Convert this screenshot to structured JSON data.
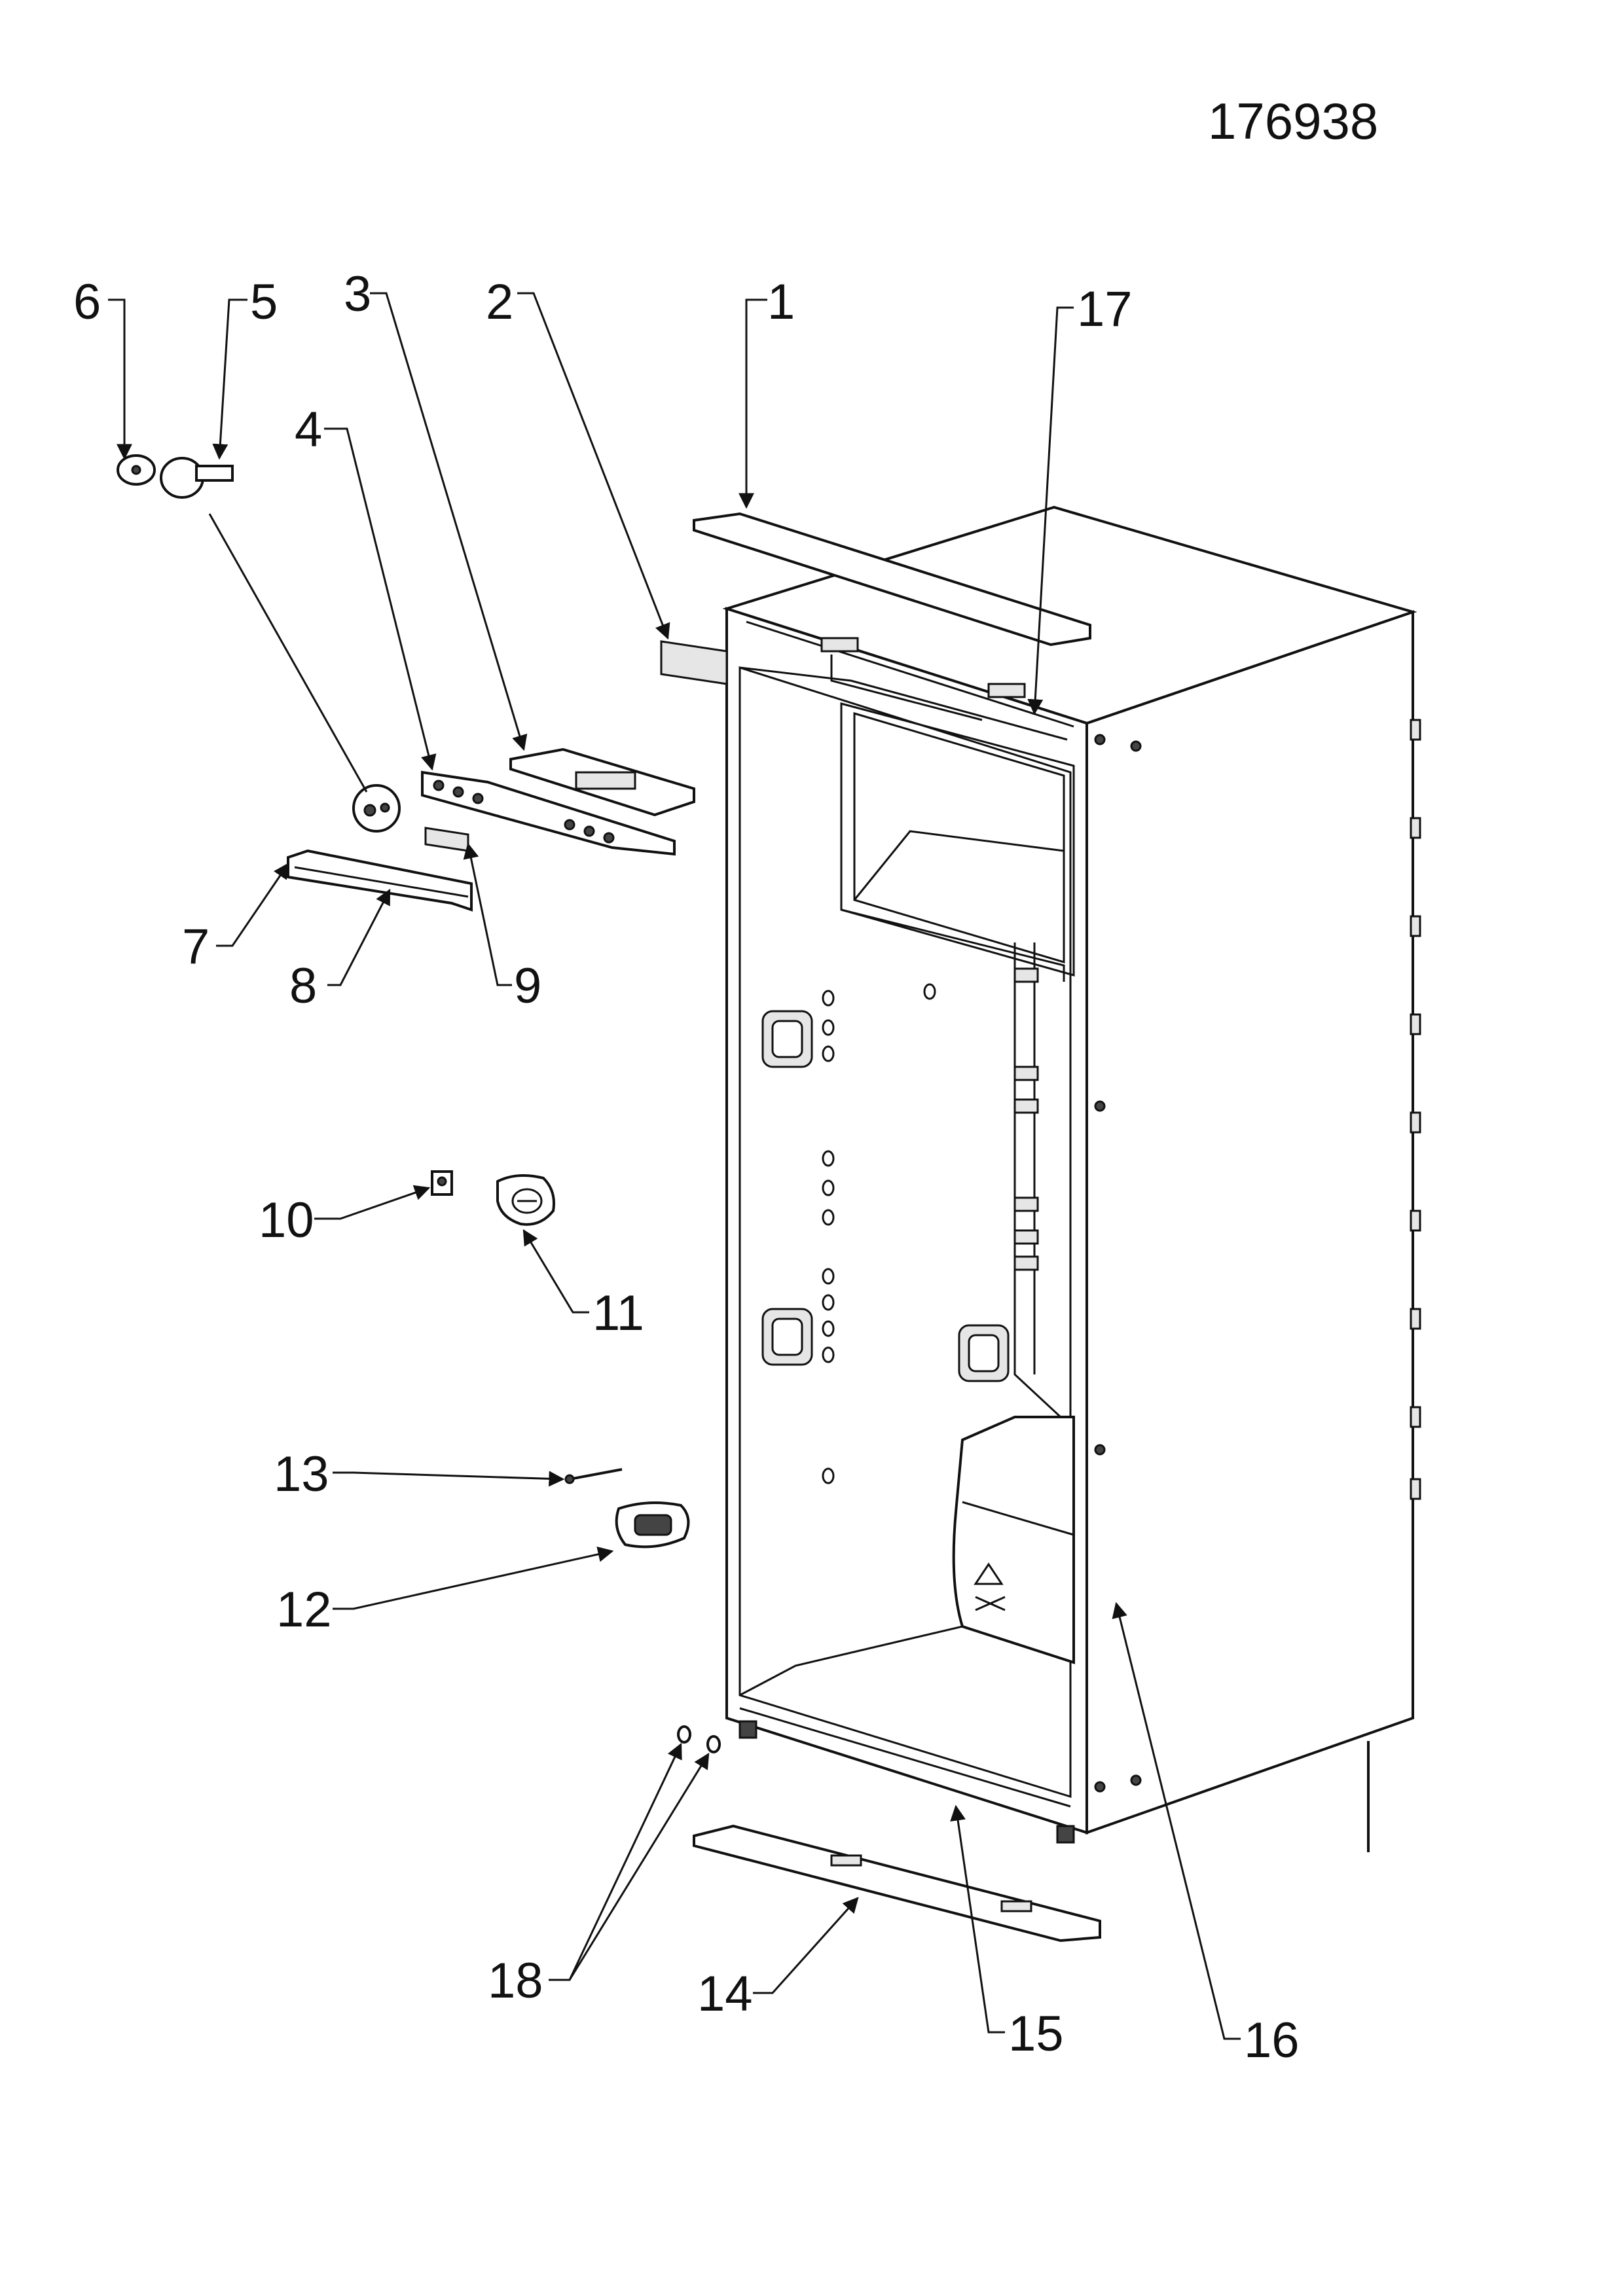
{
  "drawing_number": "176938",
  "callouts": [
    {
      "id": "c1",
      "text": "1"
    },
    {
      "id": "c2",
      "text": "2"
    },
    {
      "id": "c3",
      "text": "3"
    },
    {
      "id": "c4",
      "text": "4"
    },
    {
      "id": "c5",
      "text": "5"
    },
    {
      "id": "c6",
      "text": "6"
    },
    {
      "id": "c7",
      "text": "7"
    },
    {
      "id": "c8",
      "text": "8"
    },
    {
      "id": "c9",
      "text": "9"
    },
    {
      "id": "c10",
      "text": "10"
    },
    {
      "id": "c11",
      "text": "11"
    },
    {
      "id": "c12",
      "text": "12"
    },
    {
      "id": "c13",
      "text": "13"
    },
    {
      "id": "c14",
      "text": "14"
    },
    {
      "id": "c15",
      "text": "15"
    },
    {
      "id": "c16",
      "text": "16"
    },
    {
      "id": "c17",
      "text": "17"
    },
    {
      "id": "c18",
      "text": "18"
    }
  ]
}
